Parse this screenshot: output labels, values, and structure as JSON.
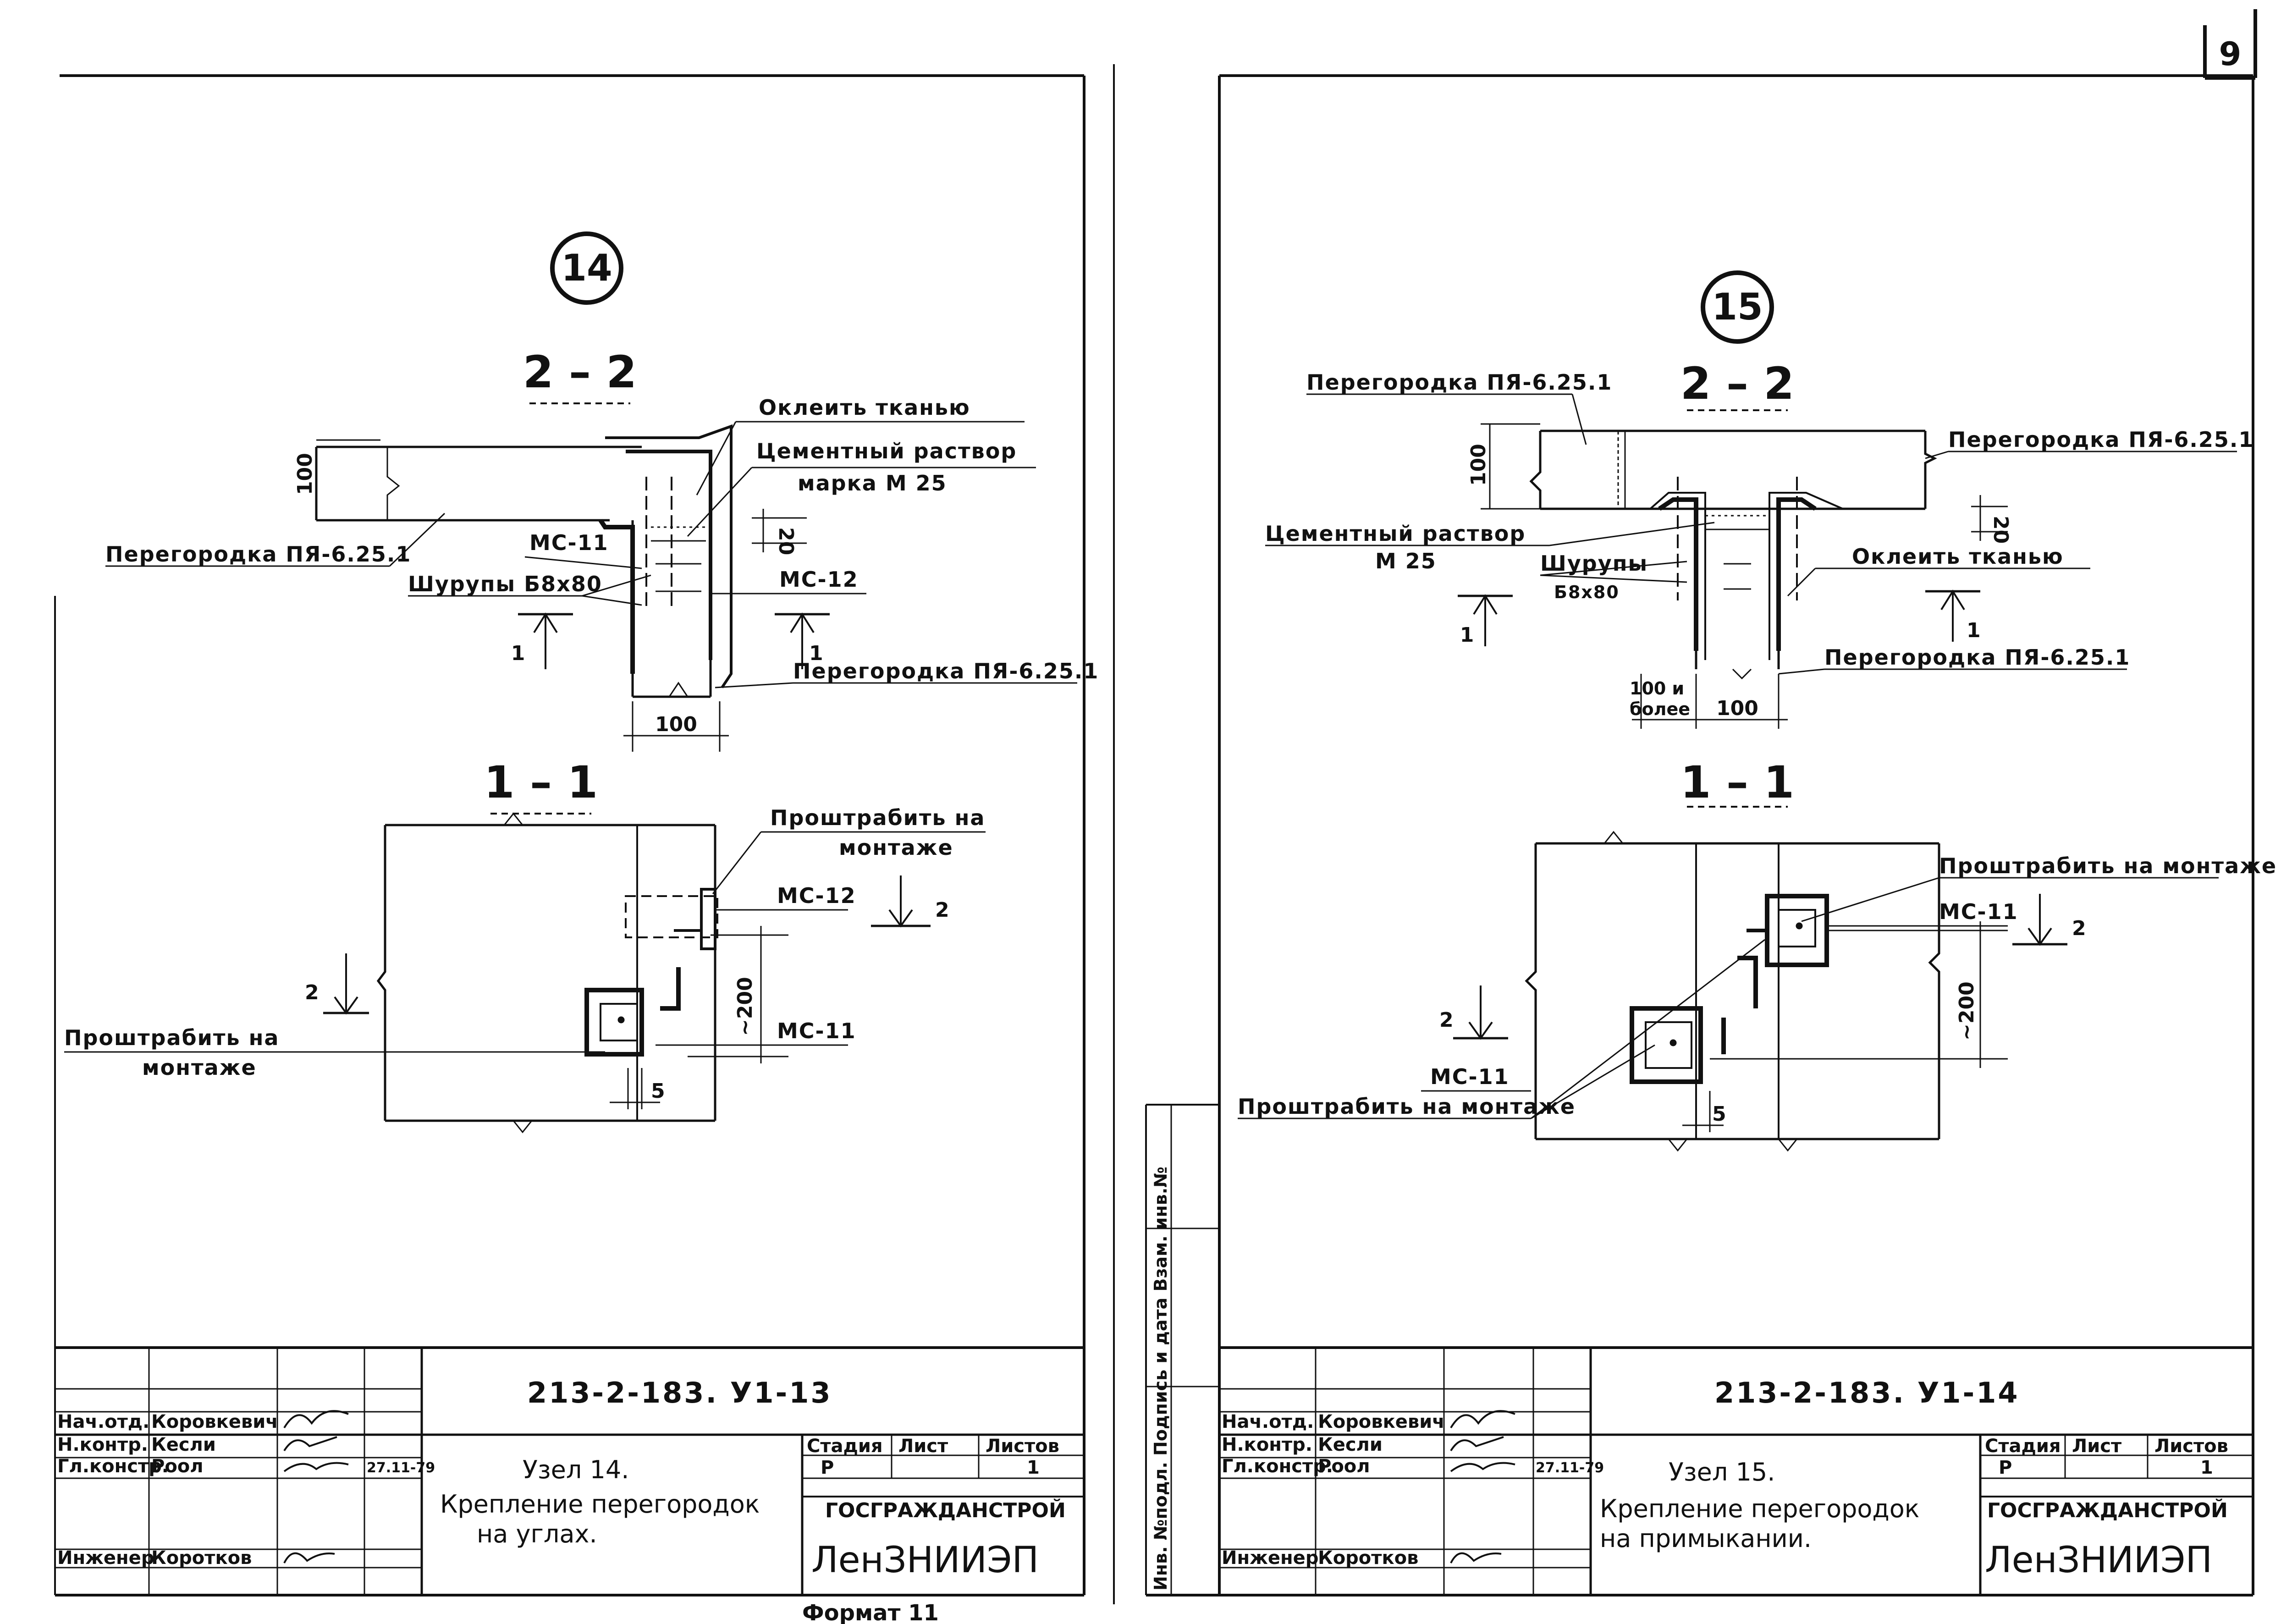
{
  "page": {
    "number": "9",
    "bottom_fragment": "Формат 11"
  },
  "left": {
    "node_number": "14",
    "section_top": "2 – 2",
    "section_bottom": "1 – 1",
    "labels": {
      "cloth": "Оклеить тканью",
      "mortar_1": "Цементный раствор",
      "mortar_2": "марка М 25",
      "partition_left": "Перегородка ПЯ-6.25.1",
      "ms11": "МС-11",
      "ms12": "МС-12",
      "screws": "Шурупы Б8х80",
      "partition_right": "Перегородка ПЯ-6.25.1",
      "groove_1": "Прoштрабить на",
      "groove_2": "монтаже",
      "groove_left_1": "Прoштрабить на",
      "groove_left_2": "монтаже",
      "ms12_b": "МС-12",
      "ms11_b": "МС-11",
      "mark2_right": "2",
      "mark2_left": "2",
      "mark1_left": "1",
      "mark1_right": "1"
    },
    "dims": {
      "h100": "100",
      "w100": "100",
      "d20": "20",
      "d200": "~200",
      "d5": "5"
    },
    "title_block": {
      "code": "213-2-183. У1-13",
      "roles": [
        "Нач.отд.",
        "Н.контр.",
        "Гл.констр.",
        "",
        "Инженер"
      ],
      "names": [
        "Коровкевич",
        "Кесли",
        "Роол",
        "",
        "Коротков"
      ],
      "date": "27.11-79",
      "title_1": "Узел 14.",
      "title_2": "Крепление перегородок",
      "title_3": "на углах.",
      "head_stage": "Стадия",
      "head_sheet": "Лист",
      "head_sheets": "Листов",
      "stage": "Р",
      "sheets": "1",
      "org_1": "ГОСГРАЖДАНСТРОЙ",
      "org_2": "ЛенЗНИИЭП"
    }
  },
  "right": {
    "node_number": "15",
    "section_top": "2 – 2",
    "section_bottom": "1 – 1",
    "labels": {
      "partition_tl": "Перегородка ПЯ-6.25.1",
      "partition_tr": "Перегородка ПЯ-6.25.1",
      "mortar_1": "Цементный раствор",
      "mortar_2": "М 25",
      "screws_1": "Шурупы",
      "screws_2": "Б8х80",
      "cloth": "Оклеить тканью",
      "partition_b": "Перегородка ПЯ-6.25.1",
      "groove": "Прoштрабить на монтаже",
      "ms11": "МС-11",
      "ms11_b": "МС-11",
      "groove_b": "Прoштрабить на монтаже",
      "mark2_right": "2",
      "mark2_left": "2",
      "mark1_left": "1",
      "mark1_right": "1"
    },
    "dims": {
      "h100": "100",
      "d20": "20",
      "more_1": "100 и",
      "more_2": "более",
      "w100": "100",
      "d200": "~200",
      "d5": "5"
    },
    "side_stamp": "Инв. №подл. Подпись и дата Взам. инв.№",
    "title_block": {
      "code": "213-2-183. У1-14",
      "roles": [
        "Нач.отд.",
        "Н.контр.",
        "Гл.констр.",
        "",
        "Инженер"
      ],
      "names": [
        "Коровкевич",
        "Кесли",
        "Роол",
        "",
        "Коротков"
      ],
      "date": "27.11-79",
      "title_1": "Узел 15.",
      "title_2": "Крепление перегородок",
      "title_3": "на примыкании.",
      "head_stage": "Стадия",
      "head_sheet": "Лист",
      "head_sheets": "Листов",
      "stage": "Р",
      "sheets": "1",
      "org_1": "ГОСГРАЖДАНСТРОЙ",
      "org_2": "ЛенЗНИИЭП"
    }
  }
}
